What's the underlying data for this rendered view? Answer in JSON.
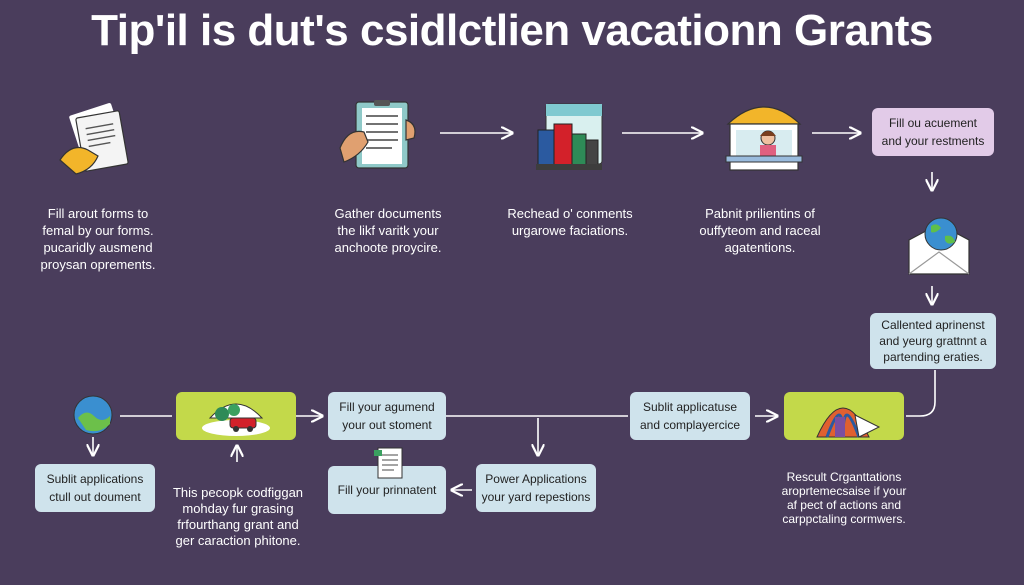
{
  "title": "Tip'il is dut's csidlctlien vacationn Grants",
  "colors": {
    "background": "#4a3d5c",
    "box_blue": "#cfe3ec",
    "box_purple": "#e2cbe8",
    "box_green": "#c3d94a",
    "arrow": "#ffffff"
  },
  "steps_top": [
    {
      "icon": "document-hand-icon",
      "caption": [
        "Fill arout forms to",
        "femal by our forms.",
        "pucaridly ausmend",
        "proysan oprements."
      ]
    },
    {
      "icon": "clipboard-hand-icon",
      "caption": [
        "Gather documents",
        "the likf varitk your",
        "anchoote proycire."
      ]
    },
    {
      "icon": "books-icon",
      "caption": [
        "Rechead o' conments",
        "urgarowe faciations."
      ]
    },
    {
      "icon": "kiosk-person-icon",
      "caption": [
        "Pabnit prilientins of",
        "ouffyteom and raceal",
        "agatentions."
      ]
    }
  ],
  "right_column": {
    "fill_box": [
      "Fill ou acuement",
      "and your restments"
    ],
    "envelope_icon": "globe-envelope-icon",
    "calendar_box": [
      "Callented aprinenst",
      "and yeurg grattnnt a",
      "partending eraties."
    ]
  },
  "bottom_row": {
    "fill_agument_box": [
      "Fill your agumend",
      "your out stoment"
    ],
    "submit_box": [
      "Sublit applicatuse",
      "and complayercice"
    ],
    "submit_left_box": [
      "Sublit applications",
      "ctull out doument"
    ],
    "fill_prinnatent_box": [
      "Fill your prinnatent"
    ],
    "power_box": [
      "Power Applications",
      "your yard repestions"
    ],
    "this_caption": [
      "This pecopk codfiggan",
      "mohday fur grasing",
      "frfourthang grant and",
      "ger caraction phitone."
    ],
    "result_caption": [
      "Rescult Crganttations",
      "aroprtemecsaise if your",
      "af pect of actions and",
      "carppctaling cormwers."
    ]
  },
  "icons": {
    "globe": "globe-icon",
    "car": "car-umbrella-icon",
    "doc": "document-icon",
    "umbrella": "umbrella-icon"
  }
}
